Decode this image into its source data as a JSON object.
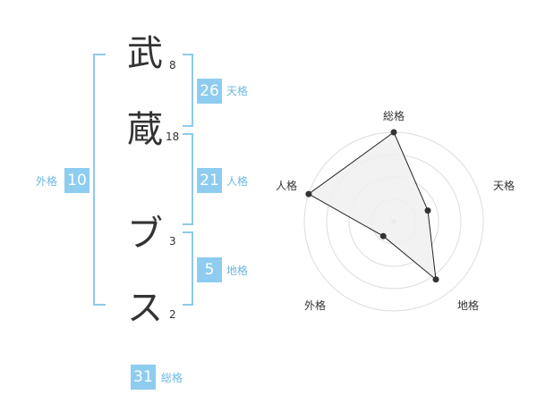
{
  "name": {
    "chars": [
      {
        "char": "武",
        "strokes": "8"
      },
      {
        "char": "蔵",
        "strokes": "18"
      },
      {
        "char": "ブ",
        "strokes": "3"
      },
      {
        "char": "ス",
        "strokes": "2"
      }
    ]
  },
  "kaku": {
    "tenkaku": {
      "value": "26",
      "label": "天格"
    },
    "jinkaku": {
      "value": "21",
      "label": "人格"
    },
    "chikaku": {
      "value": "5",
      "label": "地格"
    },
    "gaikaku": {
      "value": "10",
      "label": "外格"
    },
    "soukaku": {
      "value": "31",
      "label": "総格"
    }
  },
  "colors": {
    "accent": "#8ecdf0",
    "bracket": "#8ec9ec",
    "label": "#6bb8e3",
    "text": "#333333",
    "grid": "#dddddd",
    "fill": "#f0f0f0"
  },
  "chart_data": {
    "type": "radar",
    "axes": [
      "総格",
      "天格",
      "地格",
      "外格",
      "人格"
    ],
    "values": [
      5,
      2,
      4,
      1,
      5
    ],
    "rmax": 5,
    "rings": 4
  }
}
